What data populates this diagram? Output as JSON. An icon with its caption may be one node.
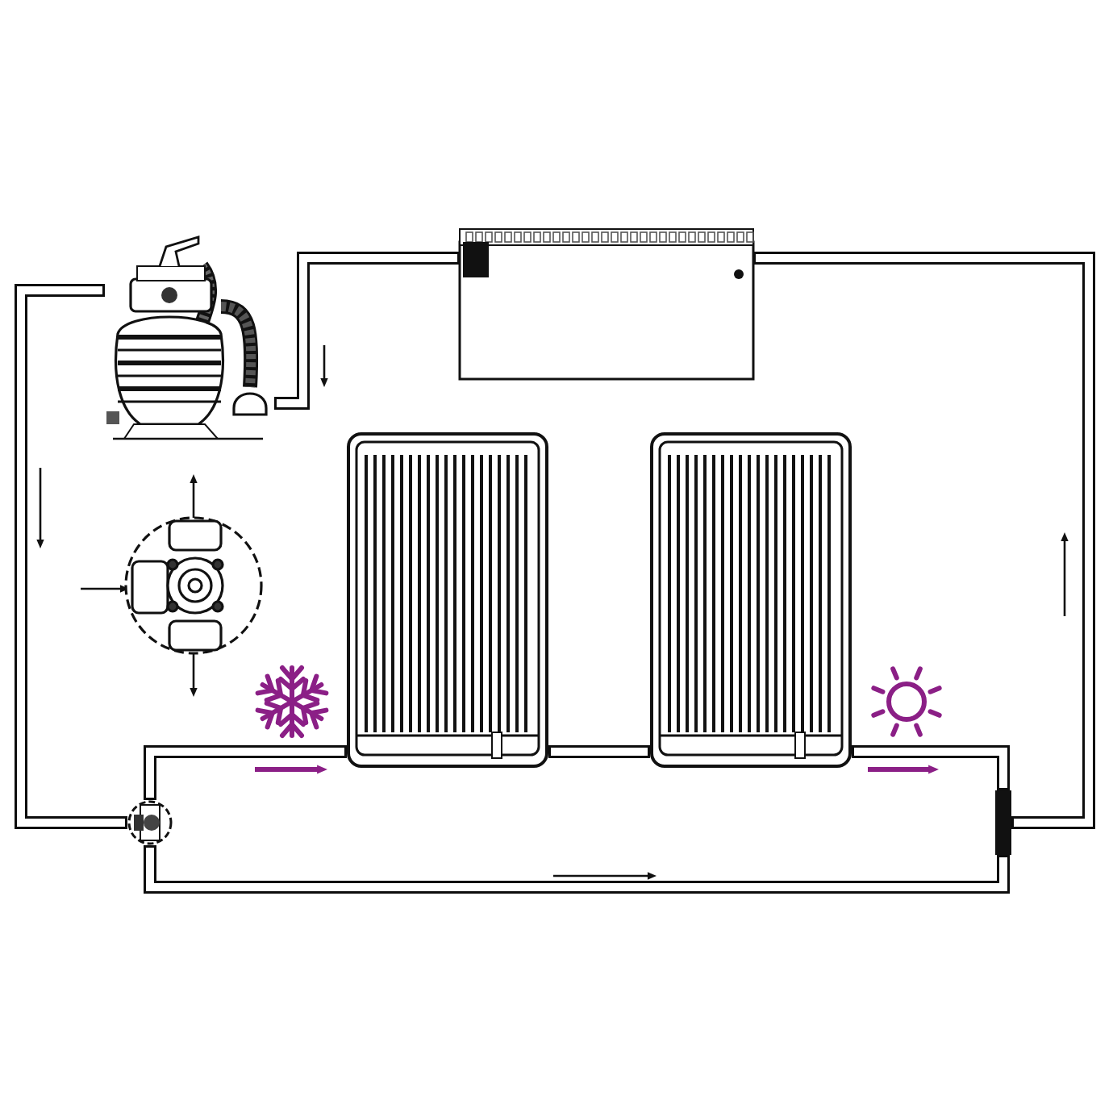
{
  "diagram": {
    "nodes": [
      {
        "text": [],
        "shape": "box"
      },
      {
        "text": [],
        "shape": "picture"
      },
      {
        "text": [],
        "shape": "picture"
      },
      {
        "text": [],
        "shape": "picture"
      },
      {
        "text": [],
        "shape": "picture"
      },
      {
        "text": [],
        "shape": "bar"
      }
    ],
    "edges": [
      {
        "from": 0,
        "to": 1,
        "arrow": "none"
      },
      {
        "from": 1,
        "to": 4,
        "arrow": "none"
      },
      {
        "from": 4,
        "to": 2,
        "arrow": "none"
      },
      {
        "from": 2,
        "to": 3,
        "arrow": "none"
      },
      {
        "from": 3,
        "to": 5,
        "arrow": "none"
      },
      {
        "from": 4,
        "to": 5,
        "arrow": "none"
      },
      {
        "from": 5,
        "to": 0,
        "arrow": "none"
      }
    ]
  }
}
